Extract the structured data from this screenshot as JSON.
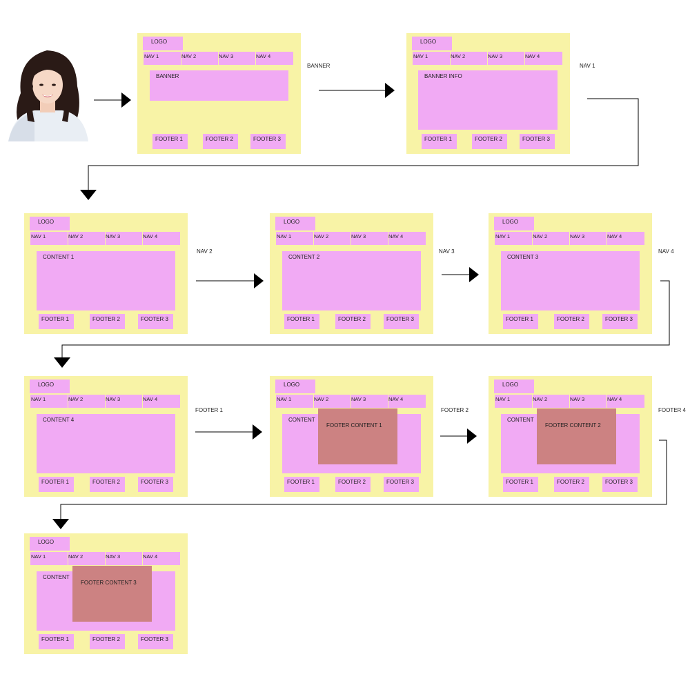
{
  "labels": {
    "logo": "LOGO",
    "nav": [
      "NAV 1",
      "NAV 2",
      "NAV 3",
      "NAV 4"
    ],
    "footer": [
      "FOOTER 1",
      "FOOTER 2",
      "FOOTER 3"
    ]
  },
  "wireframes": [
    {
      "id": "home",
      "main_label": "BANNER"
    },
    {
      "id": "banner-info",
      "main_label": "BANNER INFO"
    },
    {
      "id": "content-1",
      "main_label": "CONTENT  1"
    },
    {
      "id": "content-2",
      "main_label": "CONTENT  2"
    },
    {
      "id": "content-3",
      "main_label": "CONTENT  3"
    },
    {
      "id": "content-4",
      "main_label": "CONTENT  4"
    },
    {
      "id": "footer-content-1",
      "main_label": "CONTENT",
      "overlay_label": "FOOTER CONTENT  1"
    },
    {
      "id": "footer-content-2",
      "main_label": "CONTENT",
      "overlay_label": "FOOTER CONTENT  2"
    },
    {
      "id": "footer-content-3",
      "main_label": "CONTENT",
      "overlay_label": "FOOTER CONTENT  3"
    }
  ],
  "triggers": [
    "BANNER",
    "NAV 1",
    "NAV 2",
    "NAV 3",
    "NAV 4",
    "FOOTER 1",
    "FOOTER 2",
    "FOOTER 4"
  ],
  "colors": {
    "frame": "#f8f3a6",
    "block": "#f1aaf4",
    "overlay": "#cc8282",
    "connector": "#000000"
  },
  "icons": {
    "user": "user-photo",
    "arrow": "arrow-right-icon"
  }
}
